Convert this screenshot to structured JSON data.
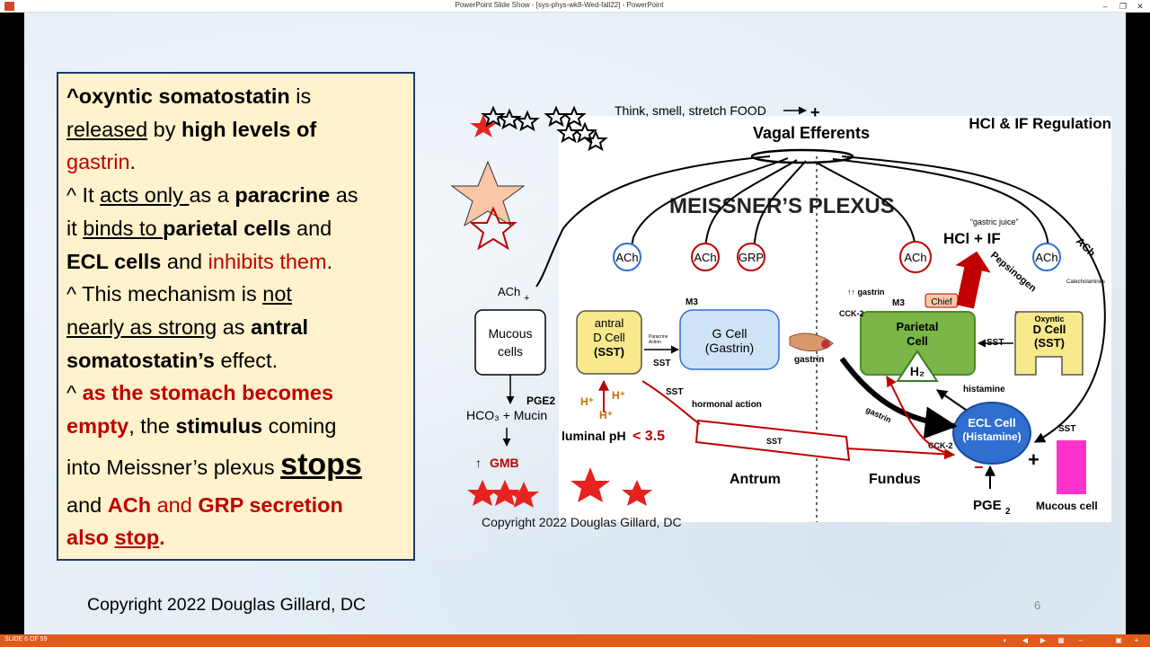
{
  "window": {
    "title": "PowerPoint Slide Show - [sys-phys-wk8-Wed-fall22] - PowerPoint"
  },
  "text_box": {
    "l1_b": "^oxyntic somatostatin",
    "l1_t": " is",
    "l2_u": "released",
    "l2_t": " by ",
    "l2_b": "high levels of",
    "l3_r": "gastrin",
    "l3_t": ".",
    "l4_a": "^ It ",
    "l4_u": "acts only ",
    "l4_t": "as a ",
    "l4_b": "paracrine",
    "l4_e": " as",
    "l5_a": "it ",
    "l5_u": "binds to ",
    "l5_b": "parietal cells",
    "l5_e": " and",
    "l6_b": "ECL cells",
    "l6_t": " and ",
    "l6_r": "inhibits them",
    "l6_e": ".",
    "l7_a": "^ This mechanism is ",
    "l7_u": "not",
    "l8_u": "nearly as strong",
    "l8_t": " as ",
    "l8_b": "antral",
    "l9_b": "somatostatin’s",
    "l9_t": " effect.",
    "l10_a": "^ ",
    "l10_r": "as the stomach becomes",
    "l11_r": "empty",
    "l11_t": ", the ",
    "l11_b": "stimulus",
    "l11_e": " coming",
    "l12_a": "into Meissner’s plexus ",
    "l12_big": "stops",
    "l13_a": "and ",
    "l13_r1": "ACh",
    "l13_t": " and ",
    "l13_r2": "GRP secretion",
    "l14_r": "also ",
    "l14_u": "stop",
    "l14_e": "."
  },
  "footer": {
    "copyright": "Copyright 2022 Douglas Gillard, DC",
    "slide_number": "6"
  },
  "diagram": {
    "title": "HCl & IF Regulation",
    "stimulus": "Think, smell, stretch FOOD",
    "plus": "+",
    "vagal": "Vagal Efferents",
    "plexus": "MEISSNER’S PLEXUS",
    "ach": "ACh",
    "grp": "GRP",
    "m3": "M3",
    "mucous_cells_1": "Mucous",
    "mucous_cells_2": "cells",
    "hco3": "HCO₃ + Mucin",
    "gmb_arrow": "↑",
    "gmb": "GMB",
    "pge2": "PGE2",
    "h_plus": "H⁺",
    "luminal_ph": "luminal pH",
    "ph_value": "< 3.5",
    "antral_d_1": "antral",
    "antral_d_2": "D Cell",
    "antral_d_3": "(SST)",
    "paracrine_1": "Paracrine",
    "paracrine_2": "Action",
    "sst": "SST",
    "g_cell_1": "G Cell",
    "g_cell_2": "(Gastrin)",
    "gastrin": "gastrin",
    "hormonal_action": "hormonal action",
    "gastric_juice": "“gastric juice”",
    "hcl_if": "HCl + IF",
    "pepsinogen": "Pepsinogen",
    "catecholamines": "Catecholamines",
    "up_gastrin": "↑↑ gastrin",
    "chief": "Chief",
    "cck2": "CCK-2",
    "parietal_1": "Parietal",
    "parietal_2": "Cell",
    "h2": "H₂",
    "oxyntic_1": "Oxyntic",
    "oxyntic_2": "D Cell",
    "oxyntic_3": "(SST)",
    "histamine": "histamine",
    "ecl_1": "ECL Cell",
    "ecl_2": "(Histamine)",
    "antrum": "Antrum",
    "fundus": "Fundus",
    "pge2_b": "PGE",
    "pge2_sub": "2",
    "mucous_cell": "Mucous cell",
    "copyright": "Copyright 2022 Douglas Gillard, DC",
    "minus": "−"
  },
  "status_bar": {
    "slide_label": "SLIDE 6 OF 59"
  },
  "colors": {
    "accent_red": "#c00000",
    "box_fill": "#fff2cc",
    "box_border": "#1f3a6b",
    "parietal_green": "#7ab648",
    "g_cell_blue": "#cfe3f7",
    "d_cell_yellow": "#f7e98c",
    "ecl_blue": "#2f6fd0",
    "magenta": "#ff33cc",
    "status_orange": "#e05a1c"
  }
}
